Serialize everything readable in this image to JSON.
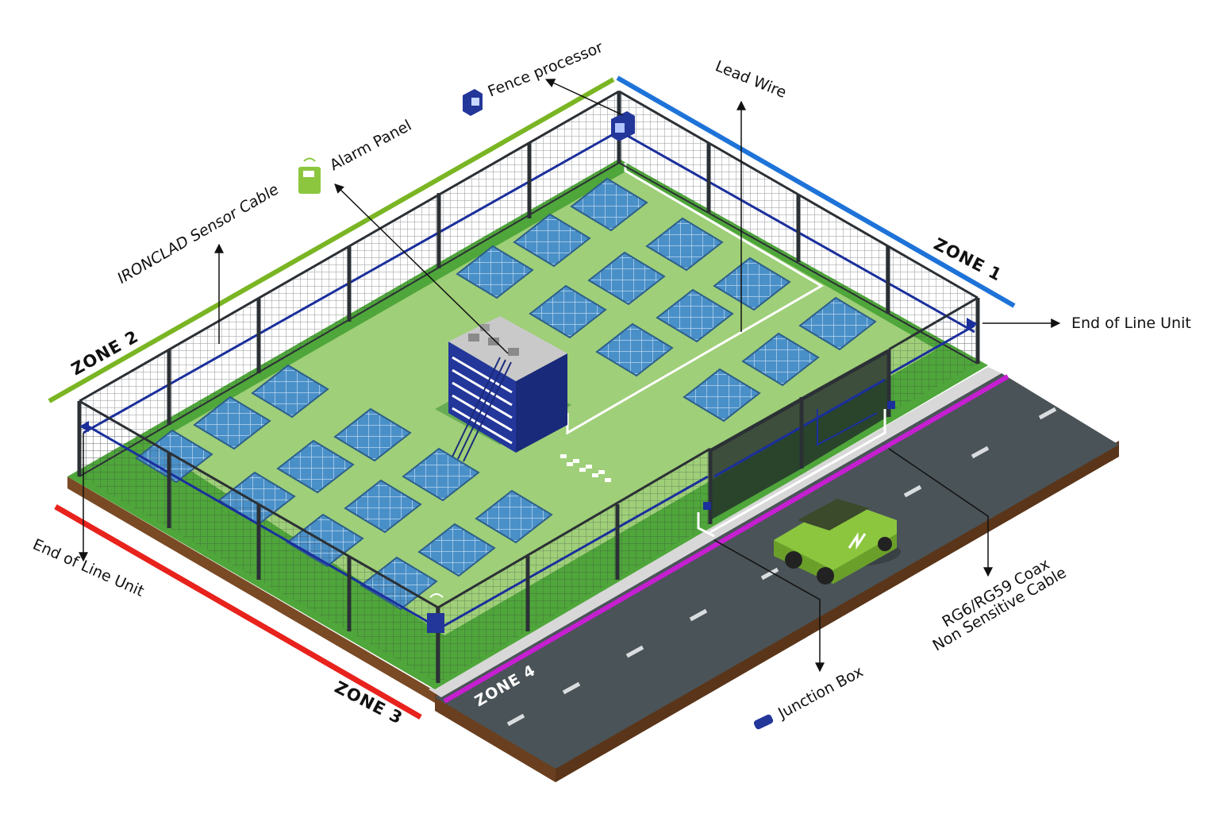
{
  "labels": {
    "fence_processor": "Fence processor",
    "alarm_panel": "Alarm Panel",
    "lead_wire": "Lead Wire",
    "sensor_cable": "IRONCLAD Sensor Cable",
    "zone1": "ZONE 1",
    "zone2": "ZONE 2",
    "zone3": "ZONE 3",
    "zone4": "ZONE 4",
    "eol_right": "End of Line Unit",
    "eol_left": "End of Line Unit",
    "coax_line1": "RG6/RG59 Coax",
    "coax_line2": "Non Sensitive Cable",
    "junction_box": "Junction Box"
  },
  "colors": {
    "zone1": "#1e73d8",
    "zone2": "#7ab523",
    "zone3": "#e8221c",
    "zone4": "#c51fd1",
    "grass": "#4fa63a",
    "pad": "#9fcf78",
    "road": "#4a5357",
    "soil": "#7a4a25",
    "panel": "#4a90c8",
    "building": "#23369a",
    "car": "#8cc63f",
    "sensor_cable": "#1a2f9c"
  },
  "icons": {
    "fence_processor": "fence-processor-icon",
    "alarm_panel": "alarm-panel-icon",
    "junction_box": "junction-box-icon",
    "car": "car-icon",
    "building": "control-building-icon"
  }
}
